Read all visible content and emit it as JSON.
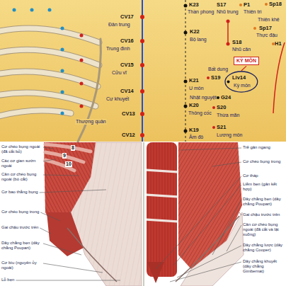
{
  "diagram": {
    "nodes": [
      {
        "text": [
          "KỲ MÔN"
        ]
      }
    ],
    "labels": [
      "CV17",
      "Đản trung",
      "CV16",
      "Trung đình",
      "CV15",
      "Cửu vĩ",
      "CV14",
      "Cự khuyết",
      "CV13",
      "Thượng quản",
      "CV12",
      "K23",
      "Thần phong",
      "K22",
      "Bộ lang",
      "K21",
      "U môn",
      "K20",
      "Thông cốc",
      "K19",
      "Âm đô",
      "S17",
      "Nhũ trung",
      "P1",
      "Thiên trì",
      "Sp18",
      "Thiên khê",
      "Sp17",
      "Thực đậu",
      "H1",
      "S18",
      "Nhũ căn",
      "Bất dung",
      "S19",
      "Liv14",
      "Kỳ môn",
      "G24",
      "Nhật nguyệt",
      "S20",
      "Thừa mãn",
      "S21",
      "Lương môn",
      "Cơ chéo bụng ngoài (đã cắt bỏ)",
      "8",
      "9",
      "10",
      "Các cơ gian sườn ngoài",
      "Cân cơ chéo bụng ngoài (bó cắt)",
      "Cơ bao thẳng bụng",
      "Cơ chéo bụng trong",
      "Gai chậu trước trên",
      "Dây chằng bẹn (dây chằng Poupart)",
      "Cơ bìu (nguyên ủy ngoài)",
      "Lỗ bẹn",
      "Trẽ gân ngang",
      "Cơ chéo bụng trong",
      "Cơ tháp",
      "Liềm bẹn (gân kết hợp)",
      "Dây chằng bẹn (dây chằng Poupart)",
      "Gai chậu trước trên",
      "Cân cơ chéo bụng ngoài (đã cắt và lật xuống)",
      "Dây chằng lược (dây chằng Cooper)",
      "Dây chằng khuyết (dây chằng Gimbernat)"
    ]
  }
}
